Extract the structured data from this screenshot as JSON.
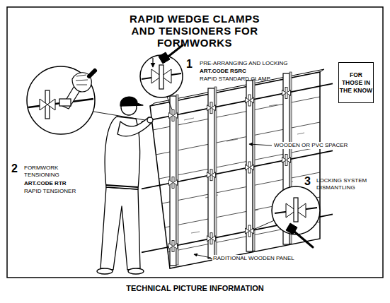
{
  "diagram": {
    "title": "RAPID WEDGE CLAMPS AND TENSIONERS FOR FORMWORKS",
    "caption": "TECHNICAL PICTURE INFORMATION",
    "nodes": [
      {
        "text": [
          "FOR THOSE IN THE KNOW"
        ]
      }
    ],
    "labels": [
      "1",
      "PRE-ARRANGING AND LOCKING",
      "ART.CODE RSRC",
      "RAPID STANDARD CLAMP",
      "2",
      "FORMWORK TENSIONING",
      "ART.CODE RTR",
      "RAPID TENSIONER",
      "3",
      "LOCKING SYSTEM DISMANTLING",
      "WOODEN OR PVC SPACER",
      "RADITIONAL WOODEN PANEL"
    ]
  }
}
